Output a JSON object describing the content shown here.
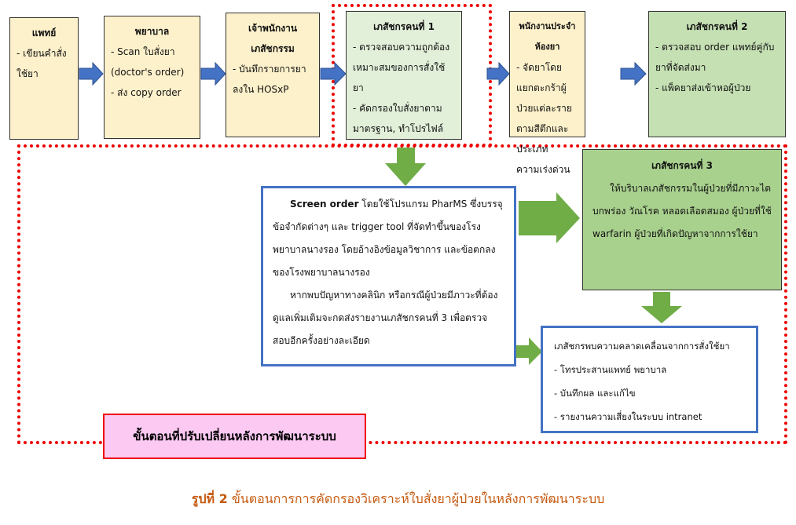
{
  "flow": [
    {
      "title": "แพทย์",
      "lines": [
        "- เขียนคำสั่งใช้ยา"
      ]
    },
    {
      "title": "พยาบาล",
      "lines": [
        "- Scan ใบสั่งยา (doctor's order)",
        "- ส่ง copy order"
      ]
    },
    {
      "title": "เจ้าพนักงานเภสัชกรรม",
      "lines": [
        "- บันทึกรายการยาลงใน HOSxP"
      ]
    },
    {
      "title": "เภสัชกรคนที่ 1",
      "lines": [
        "- ตรวจสอบความถูกต้องเหมาะสมของการสั่งใช้ยา",
        "- คัดกรองใบสั่งยาตามมาตรฐาน, ทำโปรไฟล์"
      ]
    },
    {
      "title": "พนักงานประจำห้องยา",
      "lines": [
        "- จัดยาโดยแยกตะกร้าผู้ป่วยแต่ละรายตามสีตึกและประเภทความเร่งด่วน"
      ]
    },
    {
      "title": "เภสัชกรคนที่ 2",
      "lines": [
        "- ตรวจสอบ order แพทย์คู่กับยาที่จัดส่งมา",
        "- แพ็คยาส่งเข้าหอผู้ป่วย"
      ]
    }
  ],
  "screen": {
    "bold": "Screen order",
    "p1": " โดยใช้โปรแกรม PharMS ซึ่งบรรจุข้อจำกัดต่างๆ และ trigger tool ที่จัดทำขึ้นของโรงพยาบาลนางรอง โดยอ้างอิงข้อมูลวิชาการ และข้อตกลงของโรงพยาบาลนางรอง",
    "p2": "หากพบปัญหาทางคลินิก หรือกรณีผู้ป่วยมีภาวะที่ต้องดูแลเพิ่มเติมจะกดส่งรายงานเภสัชกรคนที่ 3 เพื่อตรวจสอบอีกครั้งอย่างละเอียด"
  },
  "pharm3": {
    "title": "เภสัชกรคนที่ 3",
    "text": "ให้บริบาลเภสัชกรรมในผู้ป่วยที่มีภาวะไตบกพร่อง วัณโรค หลอดเลือดสมอง ผู้ป่วยที่ใช้ warfarin ผู้ป่วยที่เกิดปัญหาจากการใช้ยา"
  },
  "error": {
    "title": "เภสัชกรพบความคลาดเคลื่อนจากการสั่งใช้ยา",
    "lines": [
      "- โทรประสานแพทย์ พยาบาล",
      "- บันทึกผล และแก้ไข",
      "- รายงานความเสี่ยงในระบบ intranet"
    ]
  },
  "label": "ขั้นตอนที่ปรับเปลี่ยนหลังการพัฒนาระบบ",
  "caption": {
    "prefix": "รูปที่ 2",
    "text": " ขั้นตอนการการคัดกรองวิเคราะห์ใบสั่งยาผู้ป่วยในหลังการพัฒนาระบบ"
  },
  "colors": {
    "blue_arrow": "#4472c4",
    "green_arrow": "#70ad47",
    "red_dotted": "#e00000"
  }
}
